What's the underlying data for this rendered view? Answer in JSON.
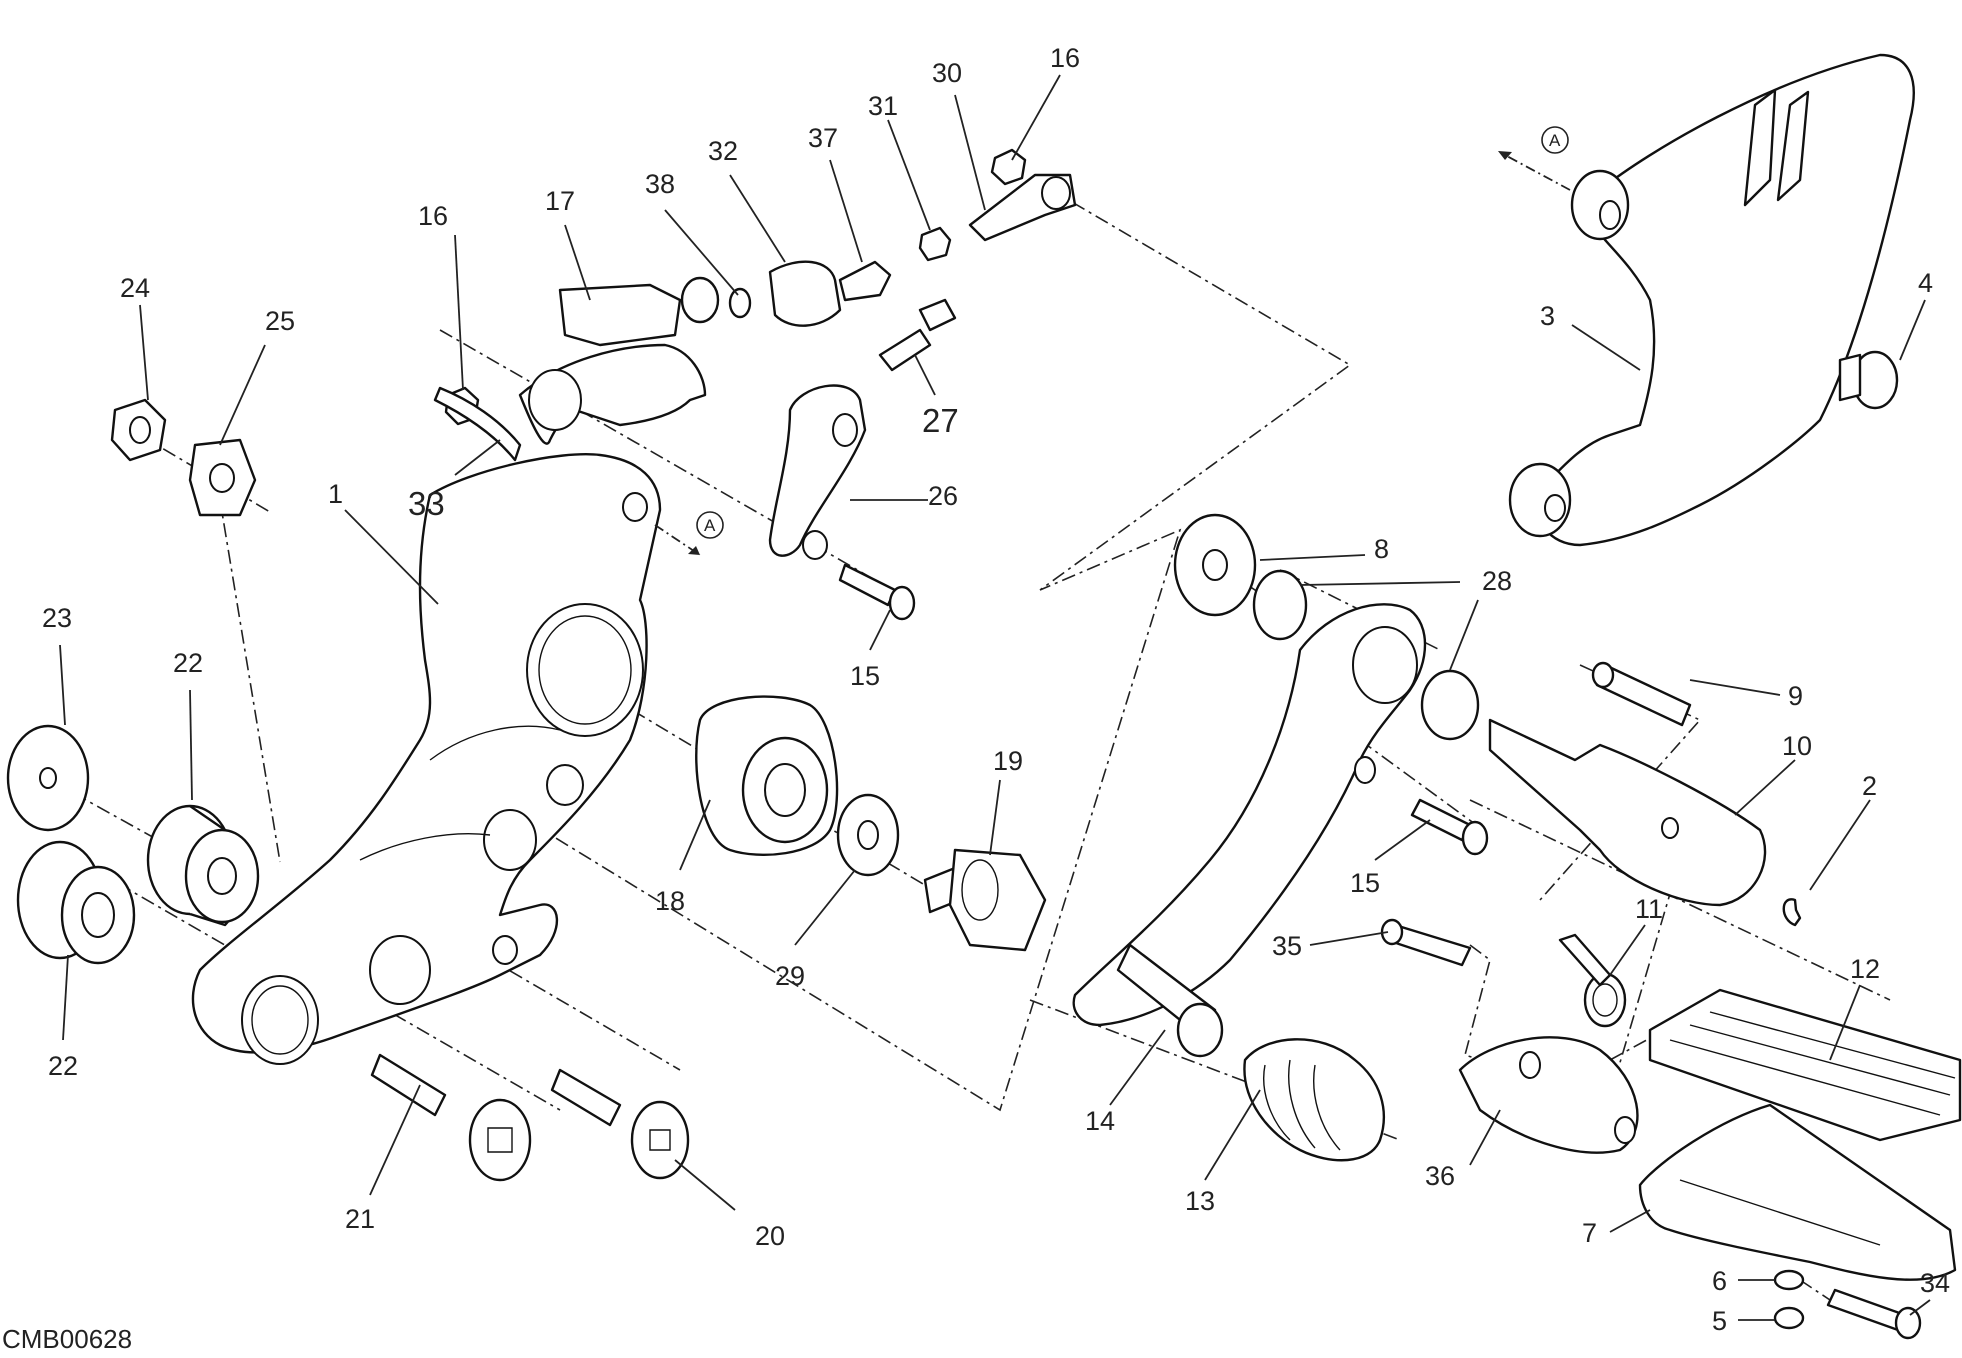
{
  "diagram_code": "CMB00628",
  "ref_marker": "A",
  "callouts": [
    {
      "id": "1",
      "text": "1"
    },
    {
      "id": "2",
      "text": "2"
    },
    {
      "id": "3",
      "text": "3"
    },
    {
      "id": "4",
      "text": "4"
    },
    {
      "id": "5",
      "text": "5"
    },
    {
      "id": "6",
      "text": "6"
    },
    {
      "id": "7",
      "text": "7"
    },
    {
      "id": "8",
      "text": "8"
    },
    {
      "id": "9",
      "text": "9"
    },
    {
      "id": "10",
      "text": "10"
    },
    {
      "id": "11",
      "text": "11"
    },
    {
      "id": "12",
      "text": "12"
    },
    {
      "id": "13",
      "text": "13"
    },
    {
      "id": "14",
      "text": "14"
    },
    {
      "id": "15a",
      "text": "15"
    },
    {
      "id": "15b",
      "text": "15"
    },
    {
      "id": "16a",
      "text": "16"
    },
    {
      "id": "16b",
      "text": "16"
    },
    {
      "id": "17",
      "text": "17"
    },
    {
      "id": "18",
      "text": "18"
    },
    {
      "id": "19",
      "text": "19"
    },
    {
      "id": "20",
      "text": "20"
    },
    {
      "id": "21",
      "text": "21"
    },
    {
      "id": "22a",
      "text": "22"
    },
    {
      "id": "22b",
      "text": "22"
    },
    {
      "id": "23",
      "text": "23"
    },
    {
      "id": "24",
      "text": "24"
    },
    {
      "id": "25",
      "text": "25"
    },
    {
      "id": "26",
      "text": "26"
    },
    {
      "id": "27",
      "text": "27"
    },
    {
      "id": "28a",
      "text": "28"
    },
    {
      "id": "29",
      "text": "29"
    },
    {
      "id": "30",
      "text": "30"
    },
    {
      "id": "31",
      "text": "31"
    },
    {
      "id": "32",
      "text": "32"
    },
    {
      "id": "33",
      "text": "33"
    },
    {
      "id": "34",
      "text": "34"
    },
    {
      "id": "35",
      "text": "35"
    },
    {
      "id": "36",
      "text": "36"
    },
    {
      "id": "37",
      "text": "37"
    },
    {
      "id": "38",
      "text": "38"
    }
  ]
}
